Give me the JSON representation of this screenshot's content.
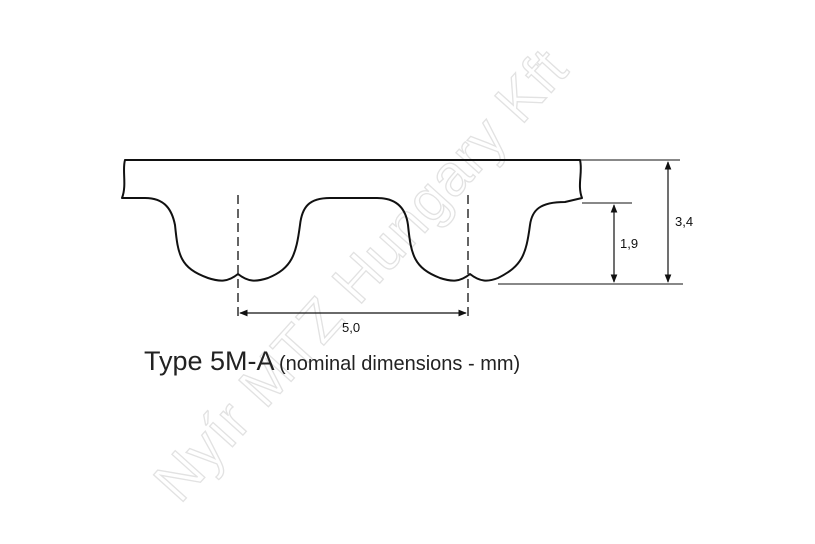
{
  "diagram": {
    "pitch_label": "5,0",
    "tooth_height_label": "1,9",
    "belt_height_label": "3,4"
  },
  "caption": {
    "type_label": "Type 5M-A",
    "note": "(nominal dimensions - mm)"
  },
  "watermark": {
    "text": "Nyír MTZ Hungary Kft"
  }
}
